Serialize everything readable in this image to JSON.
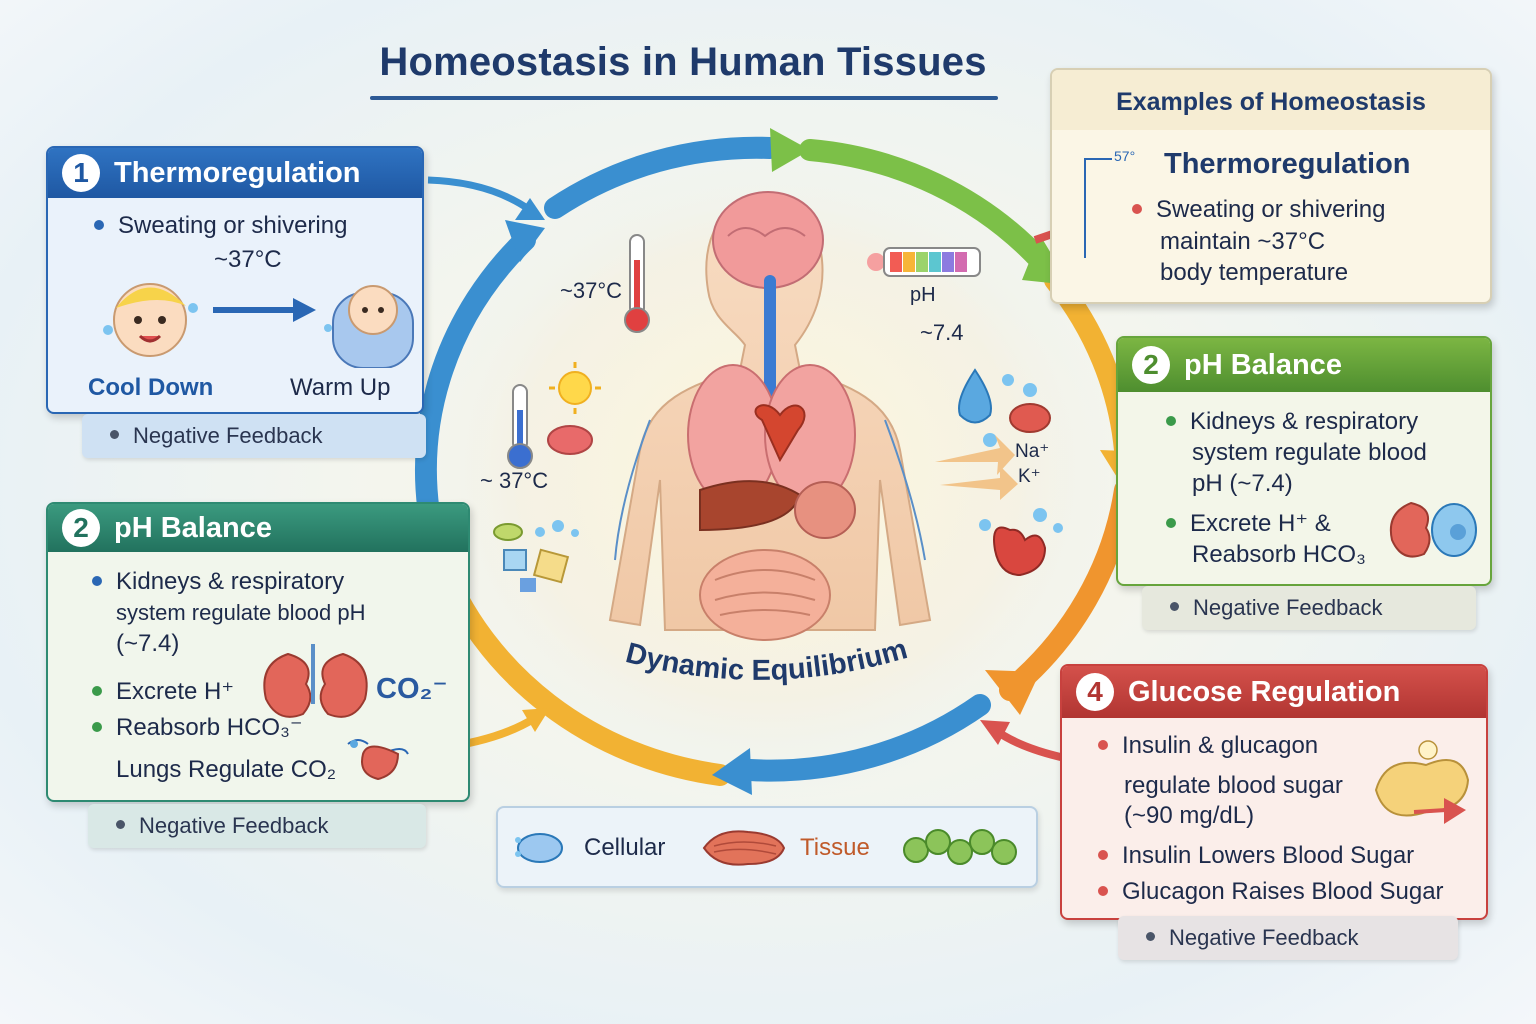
{
  "title": "Homeostasis in Human Tissues",
  "center_label": "Dynamic Equilibrium",
  "cards": {
    "thermo_left": {
      "number": "1",
      "title": "Thermoregulation",
      "bullet": "Sweating or shivering",
      "temp": "~37°C",
      "cool_label": "Cool Down",
      "warm_label": "Warm Up",
      "feedback": "Negative Feedback"
    },
    "ph_left": {
      "number": "2",
      "title": "pH Balance",
      "bullet1_line1": "Kidneys & respiratory",
      "bullet1_line2": "system regulate blood pH",
      "bullet1_line3": "(~7.4)",
      "bullet2": "Excrete H⁺",
      "bullet3": "Reabsorb HCO₃⁻",
      "line4": "Lungs Regulate CO₂",
      "co2_label": "CO₂⁻",
      "feedback": "Negative Feedback"
    },
    "examples": {
      "header": "Examples of Homeostasis",
      "mini_label": "57°",
      "title": "Thermoregulation",
      "line1": "Sweating or shivering",
      "line2": "maintain ~37°C",
      "line3": "body temperature"
    },
    "ph_right": {
      "number": "2",
      "title": "pH Balance",
      "bullet1_line1": "Kidneys & respiratory",
      "bullet1_line2": "system regulate blood",
      "bullet1_line3": "pH (~7.4)",
      "bullet2_line1": "Excrete H⁺ &",
      "bullet2_line2": "Reabsorb HCO₃",
      "feedback": "Negative Feedback"
    },
    "glucose": {
      "number": "4",
      "title": "Glucose Regulation",
      "bullet1_line1": "Insulin & glucagon",
      "bullet1_line2": "regulate blood sugar",
      "bullet1_line3": "(~90 mg/dL)",
      "bullet2": "Insulin Lowers Blood Sugar",
      "bullet3": "Glucagon Raises Blood Sugar",
      "feedback": "Negative Feedback"
    }
  },
  "diagram_labels": {
    "temp_upper": "~37°C",
    "temp_lower": "~ 37°C",
    "ph": "pH",
    "ph_value": "~7.4",
    "na": "Na⁺",
    "k": "K⁺"
  },
  "legend": {
    "cellular": "Cellular",
    "tissue": "Tissue"
  },
  "colors": {
    "blue": "#2a67b4",
    "teal": "#2e8a72",
    "green": "#67a53c",
    "red": "#c8413e",
    "orange": "#f0a030"
  }
}
